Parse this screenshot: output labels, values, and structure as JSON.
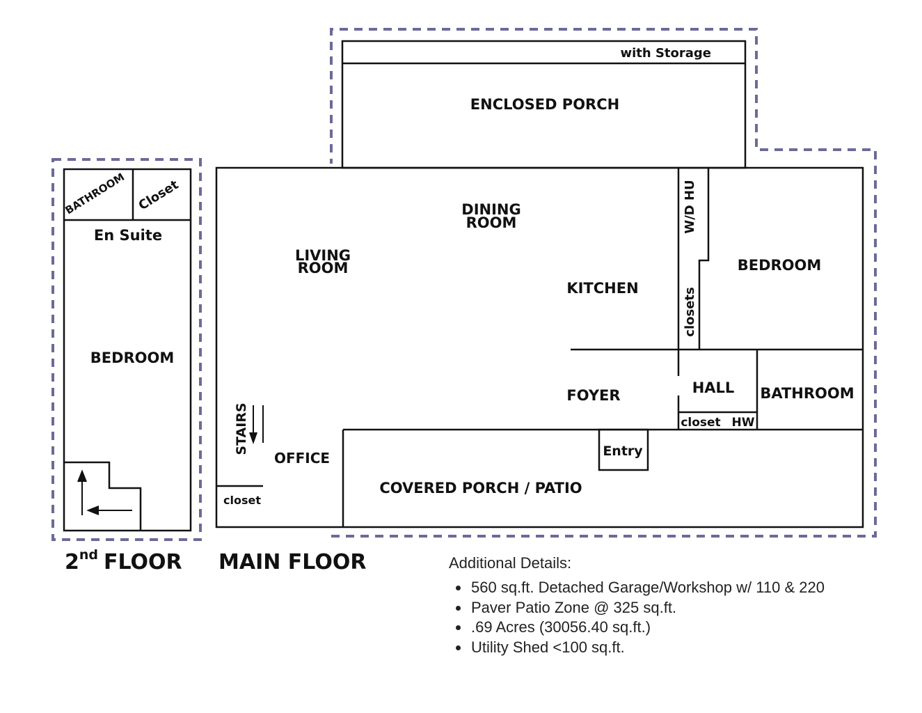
{
  "second_floor": {
    "title_main": "2",
    "title_sup": "nd",
    "title_rest": "FLOOR",
    "rooms": {
      "bathroom": "BATHROOM",
      "closet": "Closet",
      "en_suite": "En Suite",
      "bedroom": "BEDROOM"
    }
  },
  "main_floor": {
    "title": "MAIN FLOOR",
    "rooms": {
      "with_storage": "with Storage",
      "enclosed_porch": "ENCLOSED PORCH",
      "dining_line1": "DINING",
      "dining_line2": "ROOM",
      "living_line1": "LIVING",
      "living_line2": "ROOM",
      "kitchen": "KITCHEN",
      "wdhu": "W/D HU",
      "closets": "closets",
      "bedroom": "BEDROOM",
      "foyer": "FOYER",
      "hall": "HALL",
      "bathroom": "BATHROOM",
      "closet_hall": "closet",
      "hw": "HW",
      "stairs": "STAIRS",
      "office": "OFFICE",
      "entry": "Entry",
      "covered_porch": "COVERED PORCH / PATIO",
      "closet_office": "closet"
    }
  },
  "additional_details": {
    "heading": "Additional Details:",
    "items": [
      "560 sq.ft. Detached Garage/Workshop w/ 110 & 220",
      "Paver Patio Zone @ 325 sq.ft.",
      ".69 Acres (30056.40 sq.ft.)",
      "Utility Shed <100 sq.ft."
    ]
  },
  "colors": {
    "dashed_outline": "#6b6a99",
    "walls": "#111111"
  }
}
